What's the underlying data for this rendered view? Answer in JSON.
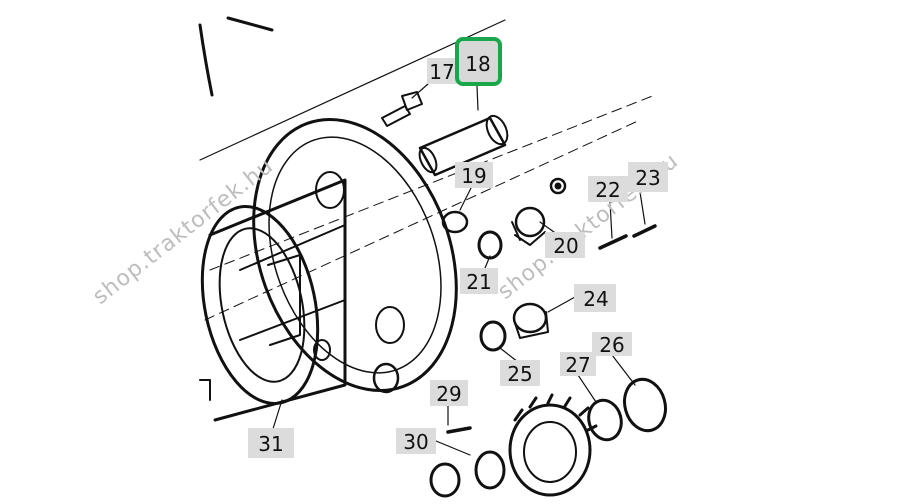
{
  "diagram": {
    "highlighted_part": "18",
    "highlight_color": "#1aa64a",
    "watermark": "shop.traktorfek.hu",
    "labels": {
      "l17": "17",
      "l18": "18",
      "l19": "19",
      "l20": "20",
      "l21": "21",
      "l22": "22",
      "l23": "23",
      "l24": "24",
      "l25": "25",
      "l26": "26",
      "l27": "27",
      "l29": "29",
      "l30": "30",
      "l31": "31"
    }
  }
}
